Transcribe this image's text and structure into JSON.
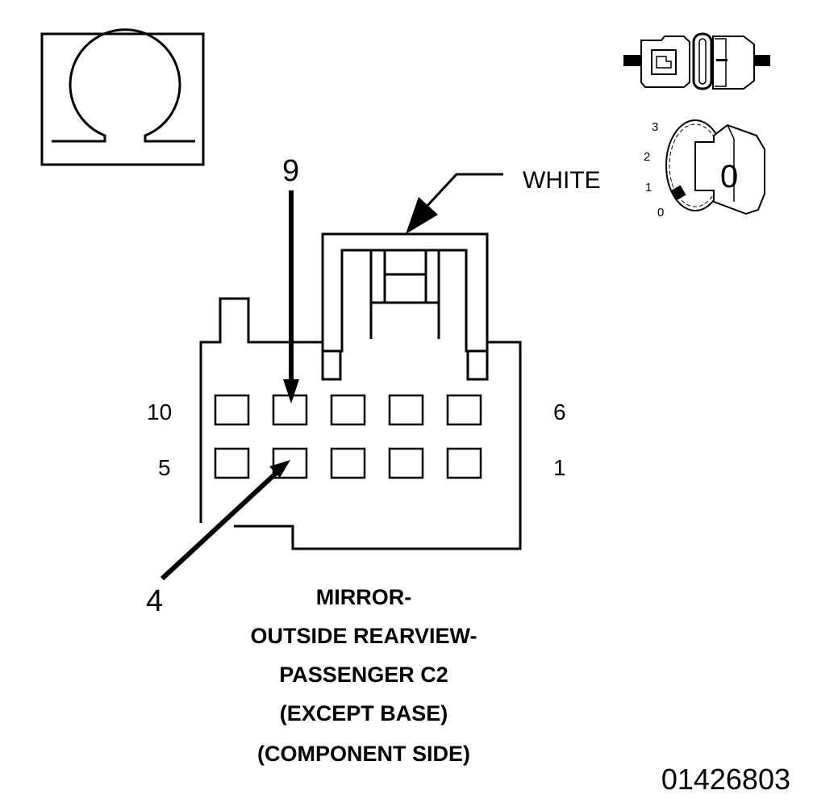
{
  "pin_labels": {
    "top_left": "10",
    "top_right": "6",
    "bottom_left": "5",
    "bottom_right": "1"
  },
  "callouts": {
    "pin_top": "9",
    "pin_bottom": "4",
    "latch_color": "WHITE"
  },
  "ignition_positions": [
    "3",
    "2",
    "1",
    "0"
  ],
  "ignition_key_label": "0",
  "caption_lines": [
    "MIRROR-",
    "OUTSIDE REARVIEW-",
    "PASSENGER C2",
    "(EXCEPT BASE)",
    "(COMPONENT SIDE)"
  ],
  "figure_number": "01426803",
  "icons": {
    "meter": "ohm-symbol-icon",
    "connector": "disconnected-connector-icon",
    "ignition": "ignition-switch-off-icon"
  },
  "colors": {
    "ink": "#000000",
    "paper": "#ffffff"
  }
}
